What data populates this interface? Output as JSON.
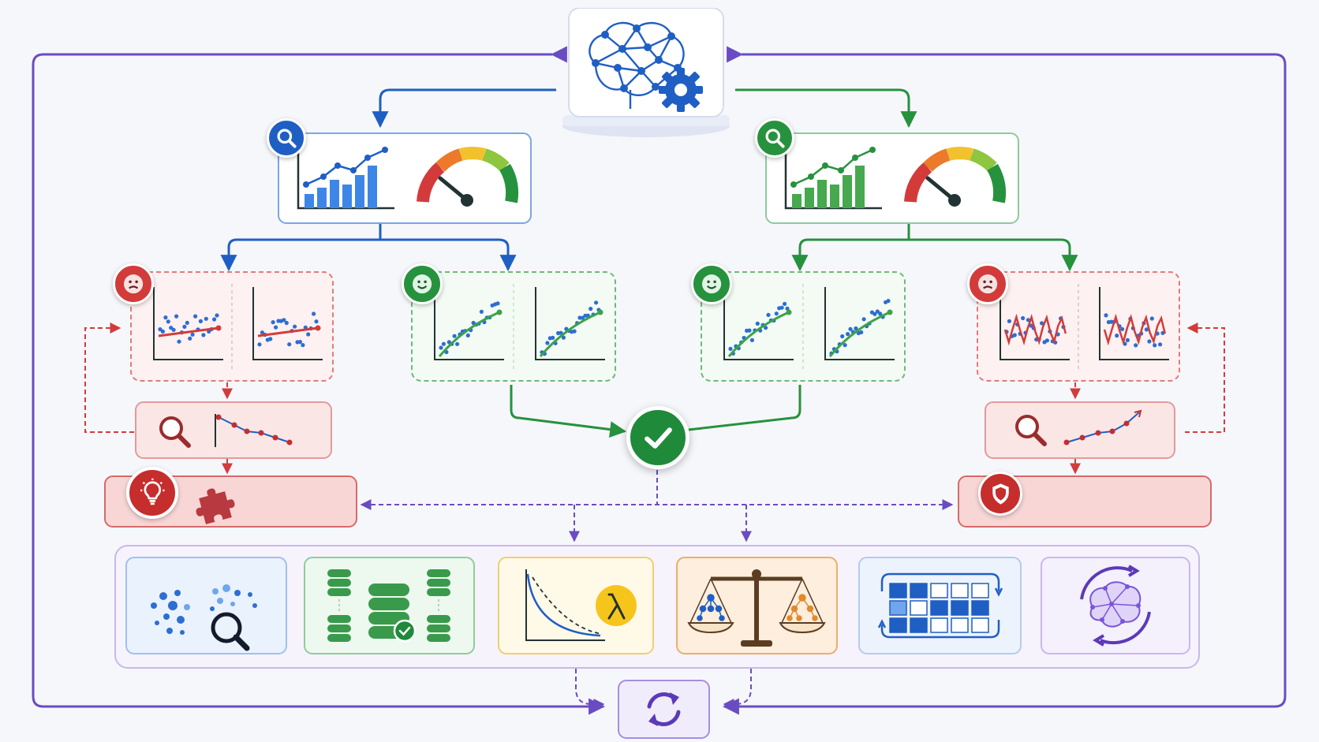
{
  "diagram": {
    "colors": {
      "blue": "#1f5fc4",
      "green": "#27923e",
      "red": "#d33b3b",
      "purple": "#6a4cc2",
      "orange": "#e28a2a",
      "background": "#f6f7fb"
    },
    "nodes": {
      "model": {
        "icon": "brain-gear-icon"
      },
      "left_evaluation": {
        "icons": [
          "search-icon",
          "bar-line-chart-icon",
          "gauge-icon"
        ],
        "color": "blue"
      },
      "right_evaluation": {
        "icons": [
          "search-icon",
          "bar-line-chart-icon",
          "gauge-icon"
        ],
        "color": "green"
      },
      "underfit_panel": {
        "icons": [
          "sad-face-icon",
          "scatter-linear-fit-icon"
        ],
        "color": "red"
      },
      "good_fit_left": {
        "icons": [
          "happy-face-icon",
          "scatter-curve-fit-icon"
        ],
        "color": "green"
      },
      "good_fit_right": {
        "icons": [
          "happy-face-icon",
          "scatter-curve-fit-icon"
        ],
        "color": "green"
      },
      "overfit_panel": {
        "icons": [
          "sad-face-icon",
          "scatter-wiggly-fit-icon"
        ],
        "color": "red"
      },
      "underfit_diagnosis": {
        "icons": [
          "magnifier-icon",
          "declining-curve-icon"
        ]
      },
      "overfit_diagnosis": {
        "icons": [
          "magnifier-icon",
          "rising-curve-icon"
        ]
      },
      "underfit_remedy": {
        "icons": [
          "lightbulb-icon",
          "puzzle-icon"
        ]
      },
      "overfit_remedy": {
        "icons": [
          "shield-icon"
        ]
      },
      "validated": {
        "icon": "check-icon"
      },
      "techniques": [
        {
          "icon": "feature-search-icon",
          "color": "blue"
        },
        {
          "icon": "database-check-icon",
          "color": "green"
        },
        {
          "icon": "regularization-lambda-icon",
          "color": "yellow"
        },
        {
          "icon": "balance-scale-trees-icon",
          "color": "orange"
        },
        {
          "icon": "cross-validation-grid-icon",
          "color": "blue"
        },
        {
          "icon": "brain-cycle-icon",
          "color": "purple"
        }
      ],
      "retrain": {
        "icon": "refresh-icon"
      }
    }
  }
}
